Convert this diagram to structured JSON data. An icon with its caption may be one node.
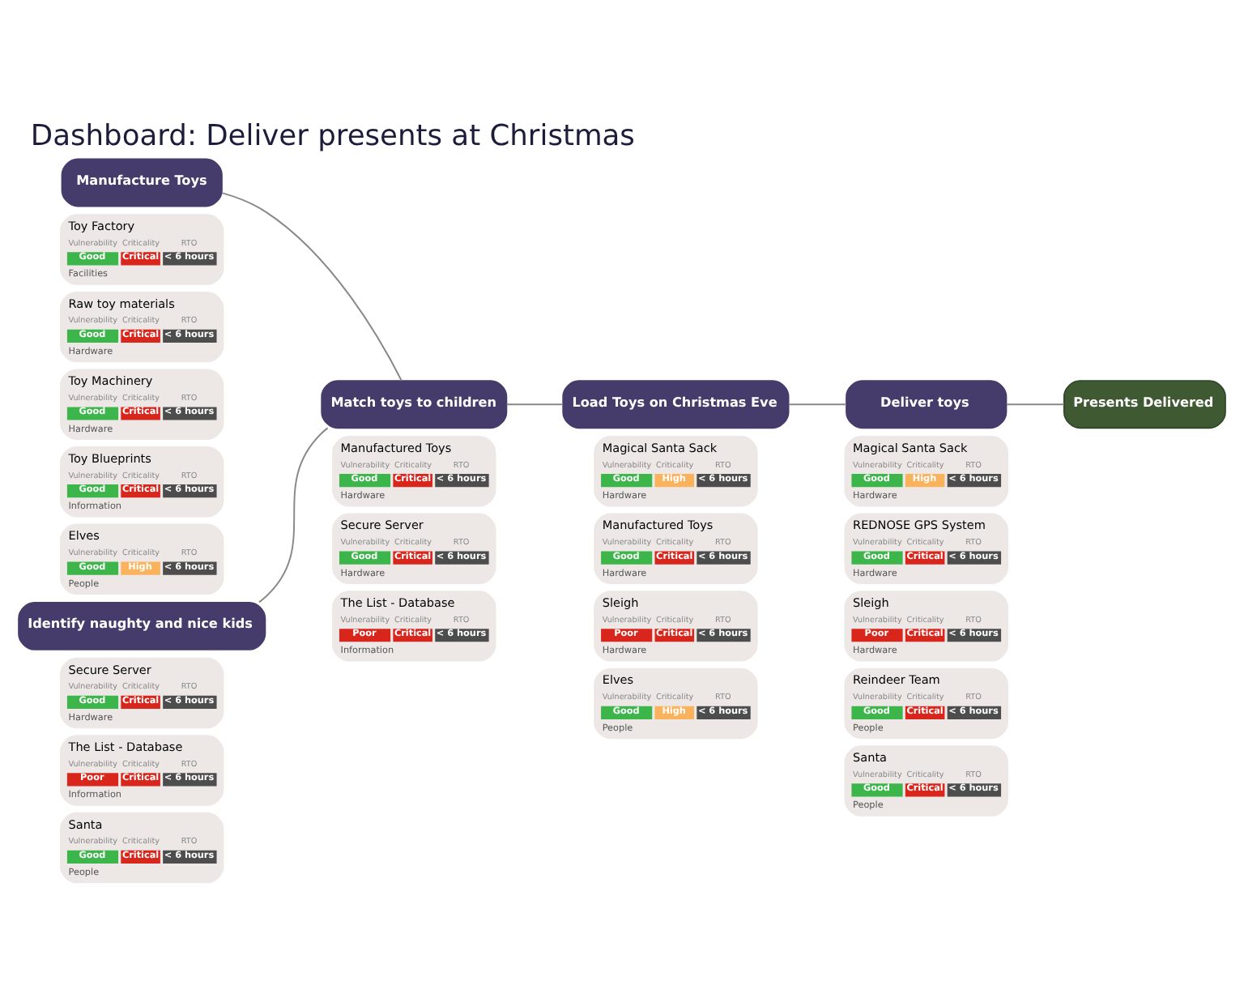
{
  "diagram": {
    "title": "Dashboard: Deliver presents at Christmas",
    "nodes": [
      {
        "text": [
          "Manufacture Toys"
        ]
      },
      {
        "text": [
          "Toy Factory",
          "Vulnerability",
          "Good",
          "Criticality",
          "Critical",
          "RTO",
          "< 6 hours",
          "Facilities"
        ]
      },
      {
        "text": [
          "Raw toy materials",
          "Vulnerability",
          "Good",
          "Criticality",
          "Critical",
          "RTO",
          "< 6 hours",
          "Hardware"
        ]
      },
      {
        "text": [
          "Toy Machinery",
          "Vulnerability",
          "Good",
          "Criticality",
          "Critical",
          "RTO",
          "< 6 hours",
          "Hardware"
        ]
      },
      {
        "text": [
          "Toy Blueprints",
          "Vulnerability",
          "Good",
          "Criticality",
          "Critical",
          "RTO",
          "< 6 hours",
          "Information"
        ]
      },
      {
        "text": [
          "Elves",
          "Vulnerability",
          "Good",
          "Criticality",
          "High",
          "RTO",
          "< 6 hours",
          "People"
        ]
      },
      {
        "text": [
          "Identify naughty and nice kids"
        ]
      },
      {
        "text": [
          "Secure Server",
          "Vulnerability",
          "Good",
          "Criticality",
          "Critical",
          "RTO",
          "< 6 hours",
          "Hardware"
        ]
      },
      {
        "text": [
          "The List - Database",
          "Vulnerability",
          "Poor",
          "Criticality",
          "Critical",
          "RTO",
          "< 6 hours",
          "Information"
        ]
      },
      {
        "text": [
          "Santa",
          "Vulnerability",
          "Good",
          "Criticality",
          "Critical",
          "RTO",
          "< 6 hours",
          "People"
        ]
      },
      {
        "text": [
          "Match toys to children"
        ]
      },
      {
        "text": [
          "Manufactured Toys",
          "Vulnerability",
          "Good",
          "Criticality",
          "Critical",
          "RTO",
          "< 6 hours",
          "Hardware"
        ]
      },
      {
        "text": [
          "Secure Server",
          "Vulnerability",
          "Good",
          "Criticality",
          "Critical",
          "RTO",
          "< 6 hours",
          "Hardware"
        ]
      },
      {
        "text": [
          "The List - Database",
          "Vulnerability",
          "Poor",
          "Criticality",
          "Critical",
          "RTO",
          "< 6 hours",
          "Information"
        ]
      },
      {
        "text": [
          "Load Toys on Christmas Eve"
        ]
      },
      {
        "text": [
          "Magical Santa Sack",
          "Vulnerability",
          "Good",
          "Criticality",
          "High",
          "RTO",
          "< 6 hours",
          "Hardware"
        ]
      },
      {
        "text": [
          "Manufactured Toys",
          "Vulnerability",
          "Good",
          "Criticality",
          "Critical",
          "RTO",
          "< 6 hours",
          "Hardware"
        ]
      },
      {
        "text": [
          "Sleigh",
          "Vulnerability",
          "Poor",
          "Criticality",
          "Critical",
          "RTO",
          "< 6 hours",
          "Hardware"
        ]
      },
      {
        "text": [
          "Elves",
          "Vulnerability",
          "Good",
          "Criticality",
          "High",
          "RTO",
          "< 6 hours",
          "People"
        ]
      },
      {
        "text": [
          "Deliver toys"
        ]
      },
      {
        "text": [
          "Magical Santa Sack",
          "Vulnerability",
          "Good",
          "Criticality",
          "High",
          "RTO",
          "< 6 hours",
          "Hardware"
        ]
      },
      {
        "text": [
          "REDNOSE GPS System",
          "Vulnerability",
          "Good",
          "Criticality",
          "Critical",
          "RTO",
          "< 6 hours",
          "Hardware"
        ]
      },
      {
        "text": [
          "Sleigh",
          "Vulnerability",
          "Poor",
          "Criticality",
          "Critical",
          "RTO",
          "< 6 hours",
          "Hardware"
        ]
      },
      {
        "text": [
          "Reindeer Team",
          "Vulnerability",
          "Good",
          "Criticality",
          "Critical",
          "RTO",
          "< 6 hours",
          "People"
        ]
      },
      {
        "text": [
          "Santa",
          "Vulnerability",
          "Good",
          "Criticality",
          "Critical",
          "RTO",
          "< 6 hours",
          "People"
        ]
      },
      {
        "text": [
          "Presents Delivered"
        ]
      }
    ],
    "edges": [
      {
        "from": 0,
        "to": 10,
        "arrow": "none"
      },
      {
        "from": 6,
        "to": 10,
        "arrow": "none"
      },
      {
        "from": 10,
        "to": 14,
        "arrow": "none"
      },
      {
        "from": 14,
        "to": 19,
        "arrow": "none"
      },
      {
        "from": 19,
        "to": 25,
        "arrow": "none"
      }
    ]
  }
}
